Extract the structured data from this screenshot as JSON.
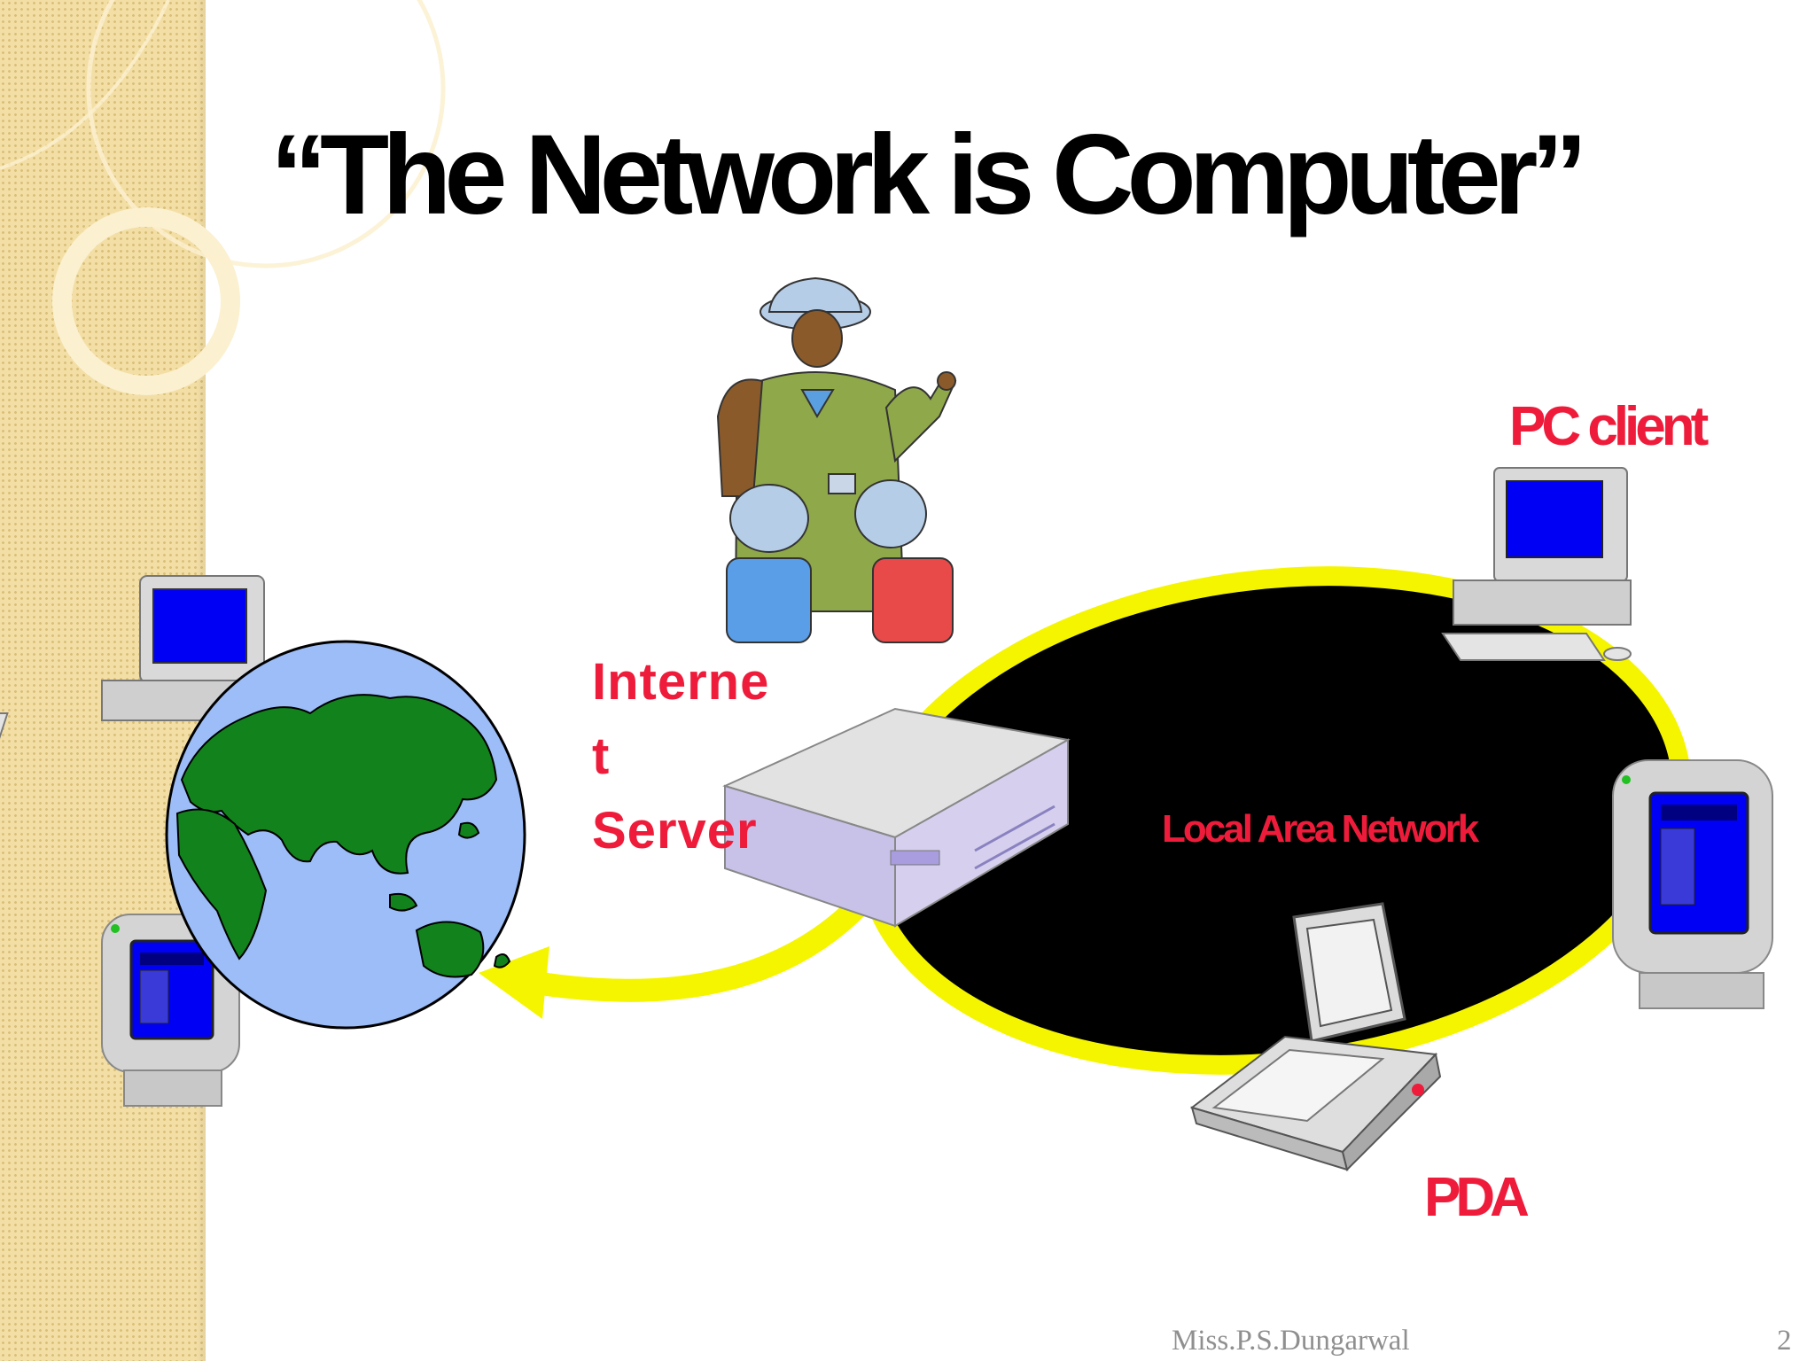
{
  "slide": {
    "title": "“The Network is Computer”",
    "footer_author": "Miss.P.S.Dungarwal",
    "page_number": "2"
  },
  "labels": {
    "internet_server": "Interne\nt\nServer",
    "pc_client": "PC client",
    "lan": "Local Area Network",
    "pda": "PDA"
  },
  "colors": {
    "label_red": "#ee1c3a",
    "lan_fill": "#000000",
    "lan_ring": "#f5f500",
    "globe_ocean": "#9cbdf8",
    "land": "#12831c",
    "screen_blue": "#0000f5"
  }
}
